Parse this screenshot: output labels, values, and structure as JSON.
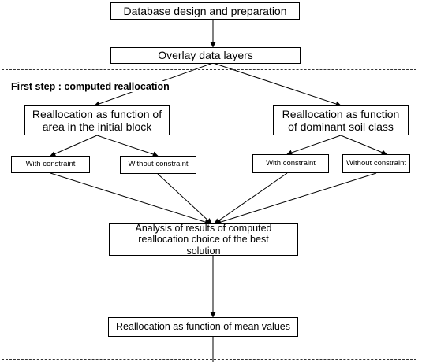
{
  "diagram": {
    "boxes": {
      "db_design": "Database design and preparation",
      "overlay": "Overlay data layers",
      "realloc_area": "Reallocation as function of area in the initial block",
      "realloc_soil": "Reallocation as function of dominant soil class",
      "with_constraint_left": "With constraint",
      "without_constraint_left": "Without constraint",
      "with_constraint_right": "With constraint",
      "without_constraint_right": "Without constraint",
      "analysis": "Analysis of results of computed reallocation choice of the best solution",
      "mean_values": "Reallocation as function of mean values"
    },
    "frame_title": "First step : computed reallocation"
  }
}
